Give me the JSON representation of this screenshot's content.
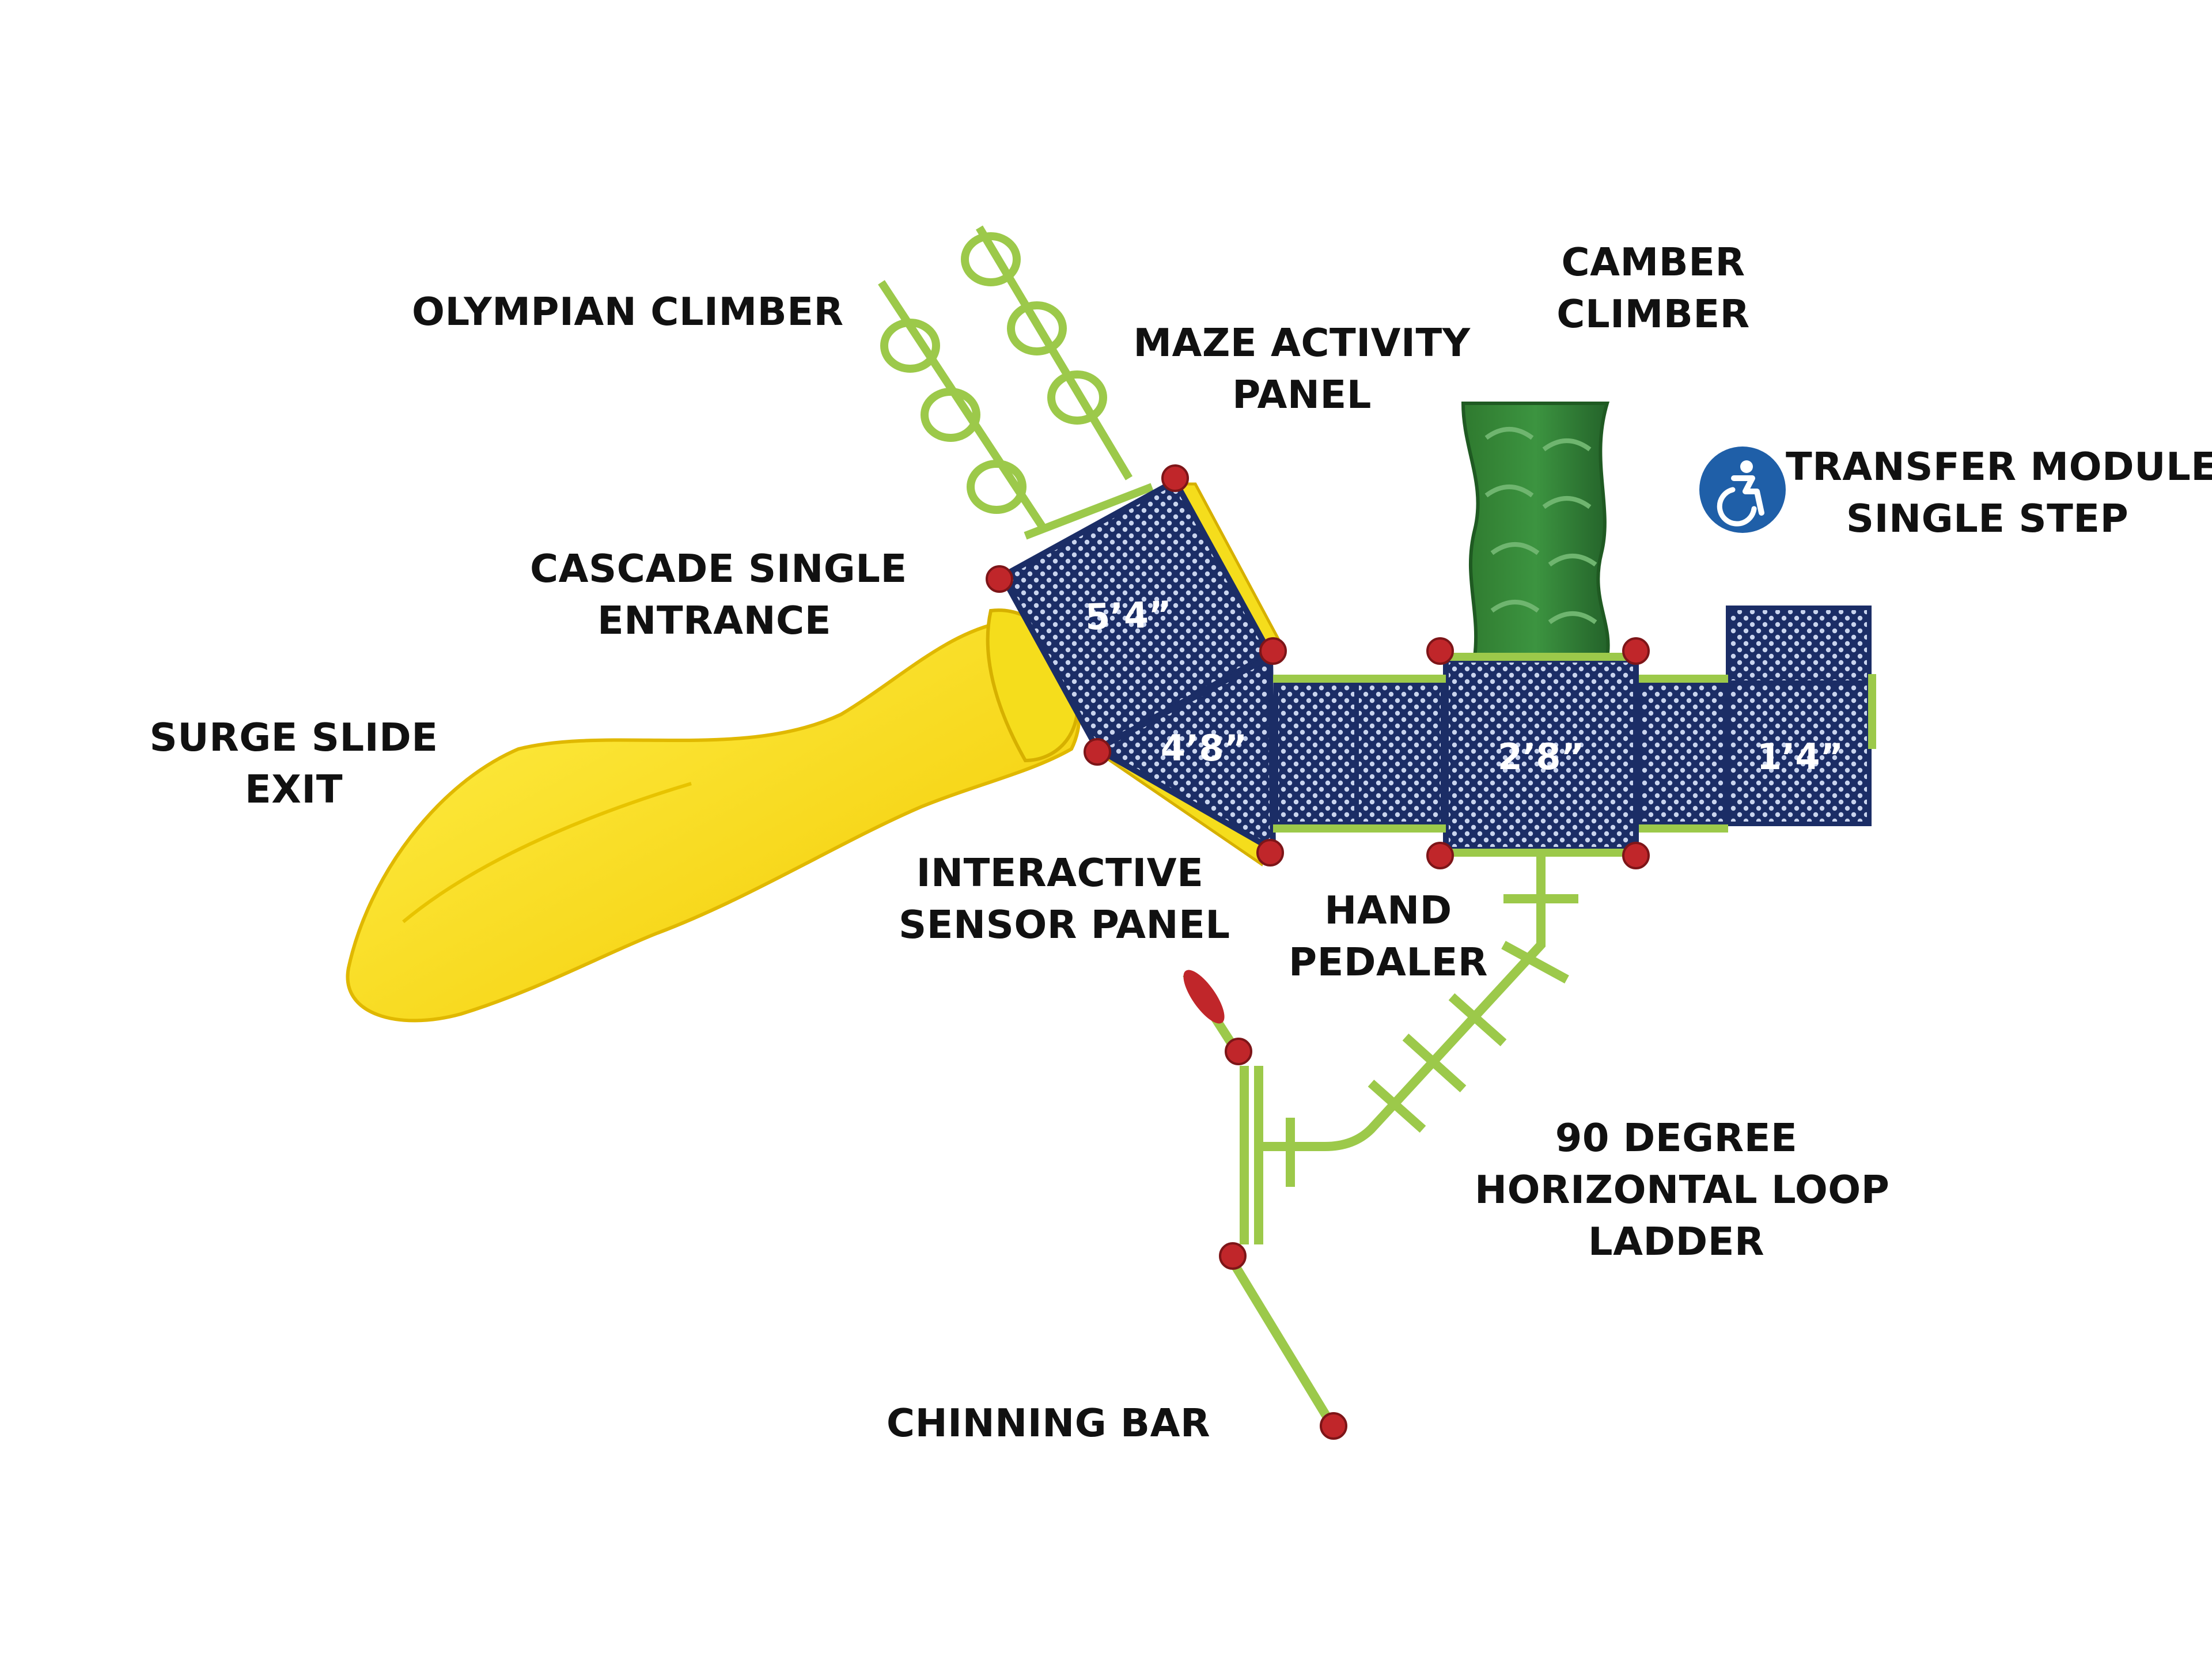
{
  "labels": {
    "olympian_climber": "OLYMPIAN CLIMBER",
    "maze_activity_panel": [
      "MAZE ACTIVITY",
      "PANEL"
    ],
    "camber_climber": [
      "CAMBER",
      "CLIMBER"
    ],
    "transfer_module": [
      "TRANSFER MODULE",
      "SINGLE STEP"
    ],
    "cascade_single_entrance": [
      "CASCADE SINGLE",
      "ENTRANCE"
    ],
    "surge_slide_exit": [
      "SURGE SLIDE",
      "EXIT"
    ],
    "interactive_sensor_panel": [
      "INTERACTIVE",
      "SENSOR PANEL"
    ],
    "hand_pedaler": [
      "HAND",
      "PEDALER"
    ],
    "horizontal_loop_ladder": [
      "90 DEGREE",
      "HORIZONTAL LOOP",
      "LADDER"
    ],
    "chinning_bar": "CHINNING BAR"
  },
  "deck_heights": {
    "deck_1": "5’4”",
    "deck_2": "4’8”",
    "deck_3": "2’8”",
    "deck_4": "1’4”"
  },
  "icons": {
    "accessibility": "wheelchair-accessibility-icon"
  },
  "colors": {
    "deck": "#1b2d66",
    "frame": "#9cc94a",
    "slide": "#f5dd1c",
    "climber": "#2f7a2f",
    "clamp": "#c0262a",
    "ada_badge": "#1f5fa8"
  }
}
